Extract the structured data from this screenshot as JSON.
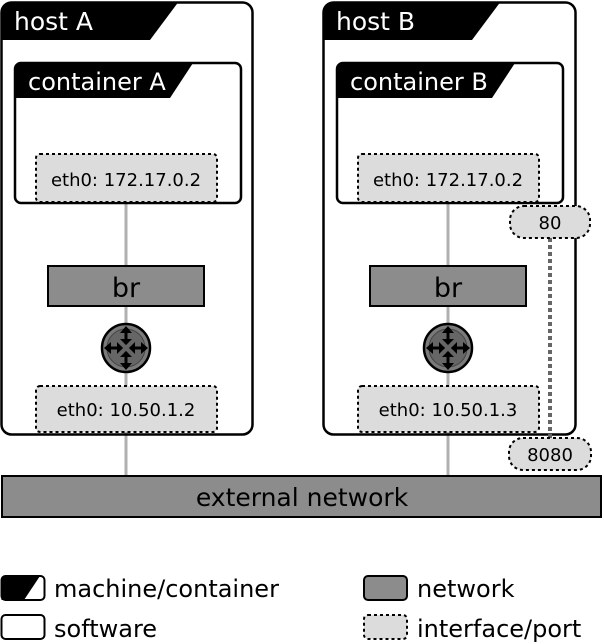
{
  "hosts": [
    {
      "title": "host A",
      "container_title": "container A",
      "container_iface": "eth0: 172.17.0.2",
      "bridge": "br",
      "host_iface": "eth0: 10.50.1.2"
    },
    {
      "title": "host B",
      "container_title": "container B",
      "container_iface": "eth0: 172.17.0.2",
      "bridge": "br",
      "host_iface": "eth0: 10.50.1.3",
      "container_port": "80",
      "host_port": "8080"
    }
  ],
  "external_network": "external network",
  "legend": {
    "machine_container": "machine/container",
    "software": "software",
    "network": "network",
    "interface_port": "interface/port"
  },
  "colors": {
    "network_fill": "#8c8c8c",
    "interface_fill": "#dcdcdc",
    "header_fill": "#000000",
    "link_line": "#b0b0b0"
  },
  "icons": {
    "router": "router-icon"
  }
}
